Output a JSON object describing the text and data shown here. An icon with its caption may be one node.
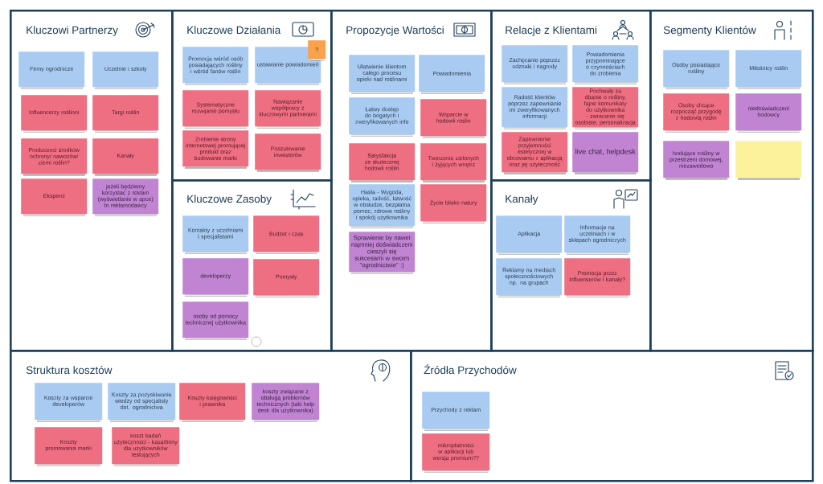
{
  "diagram": {
    "nodes": [
      {
        "text": [
          "Kluczowi Partnerzy"
        ]
      },
      {
        "text": [
          "Firmy ogrodnicze"
        ],
        "in": 0
      },
      {
        "text": [
          "Uczelnie i szkoły"
        ],
        "in": 0
      },
      {
        "text": [
          "Influencerzy roślinni"
        ],
        "in": 0
      },
      {
        "text": [
          "Targi roślin"
        ],
        "in": 0
      },
      {
        "text": [
          "Producenci środków ochrony/ nawozów/ ziemi roślin?"
        ],
        "in": 0
      },
      {
        "text": [
          "Kanały"
        ],
        "in": 0
      },
      {
        "text": [
          "Eksperci"
        ],
        "in": 0
      },
      {
        "text": [
          "jeżeli będziemy korzystać z reklam (wyświetlanie w apce) to reklamodawcy"
        ],
        "in": 0
      },
      {
        "text": [
          "Kluczowe Działania"
        ]
      },
      {
        "text": [
          "Promocja wśród osób posiadających rośliny i wśród fanów roślin"
        ],
        "in": 9
      },
      {
        "text": [
          "ustawianie powiadomień"
        ],
        "in": 9
      },
      {
        "text": [
          "?"
        ],
        "in": 9
      },
      {
        "text": [
          "Systematyczne rozwijanie pomysłu"
        ],
        "in": 9
      },
      {
        "text": [
          "Nawiązanie współpracy z kluczowymi partnerami"
        ],
        "in": 9
      },
      {
        "text": [
          "Zrobienie strony internetowej promującej produkt oraz budowanie marki"
        ],
        "in": 9
      },
      {
        "text": [
          "Poszukiwanie inwestorów"
        ],
        "in": 9
      },
      {
        "text": [
          "Kluczowe Zasoby"
        ]
      },
      {
        "text": [
          "Kontakty z uczelniami i specjalistami"
        ],
        "in": 17
      },
      {
        "text": [
          "Budżet i czas"
        ],
        "in": 17
      },
      {
        "text": [
          "developerzy"
        ],
        "in": 17
      },
      {
        "text": [
          "Pomysły"
        ],
        "in": 17
      },
      {
        "text": [
          "osoby od pomocy technicznej użytkownika"
        ],
        "in": 17
      },
      {
        "text": [
          "Propozycje Wartości"
        ]
      },
      {
        "text": [
          "Ułatwienie klientom całego procesu opieki nad roślinami"
        ],
        "in": 23
      },
      {
        "text": [
          "Powiadomienia"
        ],
        "in": 23
      },
      {
        "text": [
          "Łatwy dostęp do bogatych i zweryfikowanych info"
        ],
        "in": 23
      },
      {
        "text": [
          "Wsparcie w hodowli roślin"
        ],
        "in": 23
      },
      {
        "text": [
          "Satysfakcja ze skutecznej hodowli roślin"
        ],
        "in": 23
      },
      {
        "text": [
          "Tworzenie zielonych i żyjących wnętrz"
        ],
        "in": 23
      },
      {
        "text": [
          "Hasła - Wygoda, opieka, radość, łatwość w obsłudze, bezpłatna pomoc, zdrowe rośliny i spokój użytkownika"
        ],
        "in": 23
      },
      {
        "text": [
          "Życie blisko natury"
        ],
        "in": 23
      },
      {
        "text": [
          "Sprawienie by nawet najmniej doświadczeni cieszyli się sukcesami w swoim \"ogrodnictwie\" :)"
        ],
        "in": 23
      },
      {
        "text": [
          "Relacje z Klientami"
        ]
      },
      {
        "text": [
          "Zachęcanie poprzez odznaki i nagrody"
        ],
        "in": 33
      },
      {
        "text": [
          "Powiadomienia przypominające o czynnościach do zrobienia"
        ],
        "in": 33
      },
      {
        "text": [
          "Radość klientów poprzez zapewnianie im zweryfikowanych informacji"
        ],
        "in": 33
      },
      {
        "text": [
          "Pochwały za dbanie o rośliny, fajne komunikaty do użytkownika - zwracanie się osobiste, personalizacja"
        ],
        "in": 33
      },
      {
        "text": [
          "Zapewnienie przyjemności estetycznej w obcowaniu z aplikacją oraz jej użyteczność"
        ],
        "in": 33
      },
      {
        "text": [
          "live chat, helpdesk"
        ],
        "in": 33
      },
      {
        "text": [
          "Kanały"
        ]
      },
      {
        "text": [
          "Aplikacja"
        ],
        "in": 40
      },
      {
        "text": [
          "Informacje na uczelniach i w sklepach ogrodniczych"
        ],
        "in": 40
      },
      {
        "text": [
          "Reklamy na mediach społecznościowych np. na grupach"
        ],
        "in": 40
      },
      {
        "text": [
          "Promocja przez influenserów i kanały?"
        ],
        "in": 40
      },
      {
        "text": [
          "Segmenty Klientów"
        ]
      },
      {
        "text": [
          "Osoby posiadające rośliny"
        ],
        "in": 45
      },
      {
        "text": [
          "Miłośnicy roślin"
        ],
        "in": 45
      },
      {
        "text": [
          "Osoby chcące rozpocząć przygodę z hodowlą roślin"
        ],
        "in": 45
      },
      {
        "text": [
          "niedoświadczeni hodowcy"
        ],
        "in": 45
      },
      {
        "text": [
          "hodujące rośliny w przestrzeni domowej, niezawodowo"
        ],
        "in": 45
      },
      {
        "text": [],
        "shape": "box",
        "in": 45
      },
      {
        "text": [
          "Struktura kosztów"
        ]
      },
      {
        "text": [
          "Koszty za wsparcie developerów"
        ],
        "in": 52
      },
      {
        "text": [
          "Koszty za pozyskiwanie wiedzy od specjalisty dot. ogrodnictwa"
        ],
        "in": 52
      },
      {
        "text": [
          "Koszty księgowości i prawnika"
        ],
        "in": 52
      },
      {
        "text": [
          "koszty związane z obsługą problemów technicznych (taki help desk dla użytkownika)"
        ],
        "in": 52
      },
      {
        "text": [
          "Koszty promowania marki"
        ],
        "in": 52
      },
      {
        "text": [
          "koszt badań użyteczności - kasa/bony dla użytkowników testujących"
        ],
        "in": 52
      },
      {
        "text": [
          "Źródła Przychodów"
        ]
      },
      {
        "text": [
          "Przychody z reklam"
        ],
        "in": 59
      },
      {
        "text": [
          "mikropłatności w aplikacji lub wersja premium??"
        ],
        "in": 59
      }
    ]
  }
}
